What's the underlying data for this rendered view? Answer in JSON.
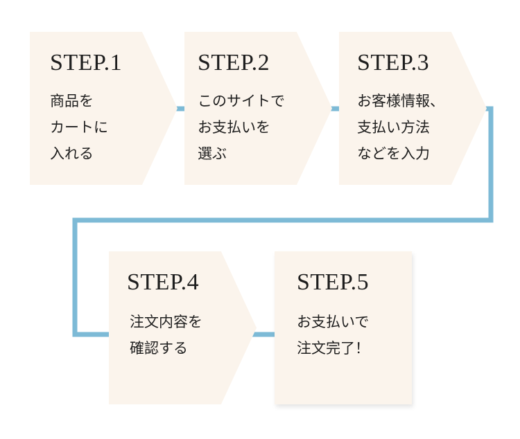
{
  "connector_color": "#7dbad6",
  "box_color": "#fbf4ec",
  "steps": [
    {
      "title": "STEP.1",
      "lines": [
        "商品を",
        "カートに",
        "入れる"
      ]
    },
    {
      "title": "STEP.2",
      "lines": [
        "このサイトで",
        "お支払いを",
        "選ぶ"
      ]
    },
    {
      "title": "STEP.3",
      "lines": [
        "お客様情報、",
        "支払い方法",
        "などを入力"
      ]
    },
    {
      "title": "STEP.4",
      "lines": [
        "注文内容を",
        "確認する"
      ]
    },
    {
      "title": "STEP.5",
      "lines": [
        "お支払いで",
        "注文完了！"
      ]
    }
  ]
}
